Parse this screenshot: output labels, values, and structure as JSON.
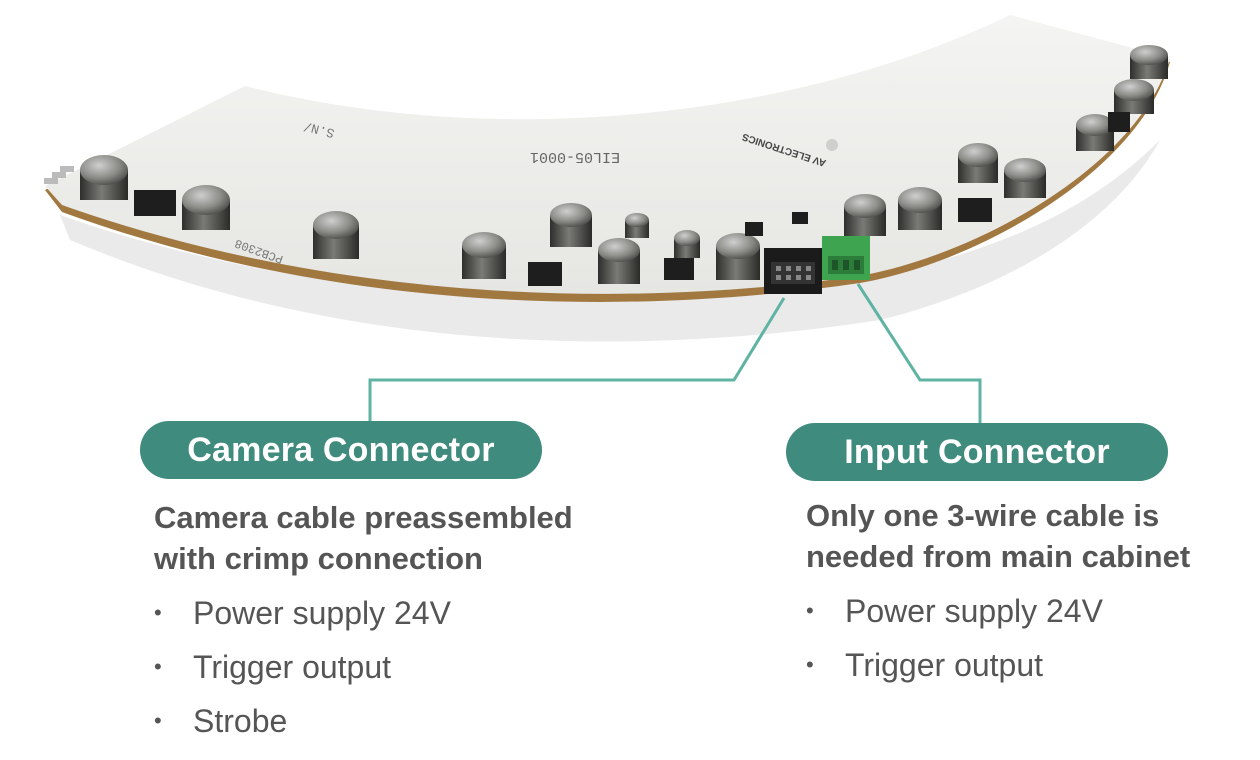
{
  "board": {
    "silkscreen_part": "EIL05-0001",
    "silkscreen_brand": "AV ELECTRONICS",
    "silkscreen_pcb": "PCB2308",
    "silkscreen_sn": "S.N/"
  },
  "colors": {
    "accent": "#3f8b7d",
    "text": "#555555",
    "board": "#eeeeec",
    "connector_green": "#3ea44f"
  },
  "camera": {
    "title": "Camera Connector",
    "desc_line1": "Camera cable preassembled",
    "desc_line2": "with crimp connection",
    "bullets": [
      "Power supply 24V",
      "Trigger output",
      "Strobe"
    ]
  },
  "input": {
    "title": "Input Connector",
    "desc_line1": "Only one 3-wire cable is",
    "desc_line2": "needed from main cabinet",
    "bullets": [
      "Power supply 24V",
      "Trigger output"
    ]
  }
}
